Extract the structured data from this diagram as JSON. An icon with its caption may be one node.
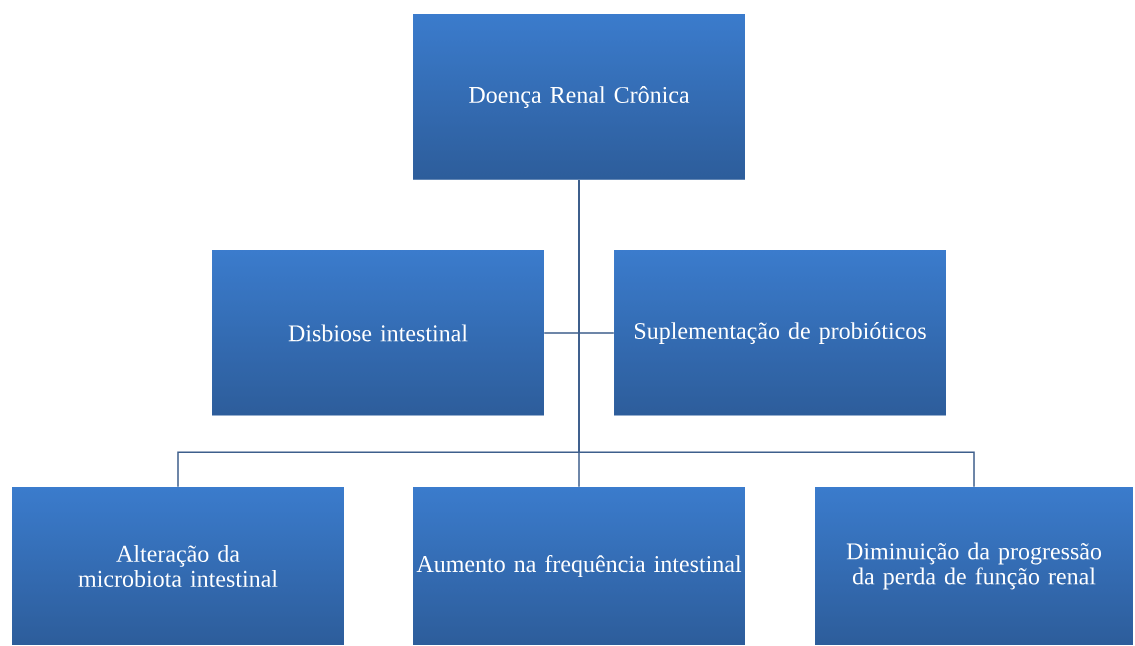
{
  "diagram": {
    "nodes": [
      {
        "text": [
          "Doença Renal Crônica"
        ]
      },
      {
        "text": [
          "Disbiose intestinal"
        ]
      },
      {
        "text": [
          "Suplementação de probióticos"
        ]
      },
      {
        "text": [
          "Alteração da microbiota intestinal"
        ]
      },
      {
        "text": [
          "Aumento na frequência intestinal"
        ]
      },
      {
        "text": [
          "Diminuição da progressão da perda de função renal"
        ]
      }
    ],
    "edges": [
      {
        "from": 0,
        "to": 1,
        "arrow": "none"
      },
      {
        "from": 0,
        "to": 2,
        "arrow": "none"
      },
      {
        "from": 0,
        "to": 3,
        "arrow": "none"
      },
      {
        "from": 0,
        "to": 4,
        "arrow": "none"
      },
      {
        "from": 0,
        "to": 5,
        "arrow": "none"
      }
    ]
  }
}
